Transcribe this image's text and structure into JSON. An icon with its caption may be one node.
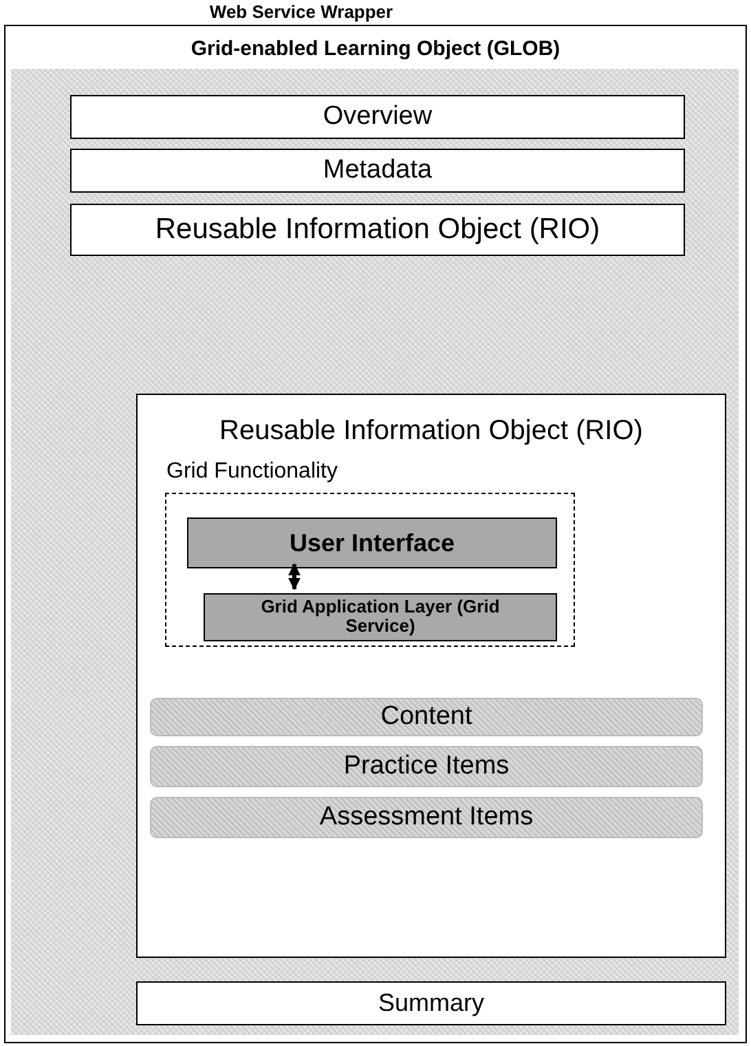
{
  "diagram": {
    "nodes": [
      {
        "text": [
          "Web Service Wrapper"
        ]
      },
      {
        "text": [
          "Grid-enabled Learning Object (GLOB)"
        ],
        "in": 0
      },
      {
        "text": [
          "Overview"
        ],
        "in": 1
      },
      {
        "text": [
          "Metadata"
        ],
        "in": 1
      },
      {
        "text": [
          "Reusable Information Object (RIO)"
        ],
        "in": 1
      },
      {
        "text": [
          "Reusable Information Object (RIO)"
        ],
        "in": 1
      },
      {
        "text": [
          "Grid Functionality"
        ],
        "in": 5
      },
      {
        "text": [
          "User Interface"
        ],
        "in": 6
      },
      {
        "text": [
          "Grid Application Layer (Grid Service)"
        ],
        "in": 6
      },
      {
        "text": [
          "Content"
        ],
        "in": 5
      },
      {
        "text": [
          "Practice Items"
        ],
        "in": 5
      },
      {
        "text": [
          "Assessment Items"
        ],
        "in": 5
      },
      {
        "text": [
          "Summary"
        ],
        "in": 1
      }
    ],
    "edges": [
      {
        "from": 7,
        "to": 8,
        "arrow": "both"
      }
    ]
  }
}
